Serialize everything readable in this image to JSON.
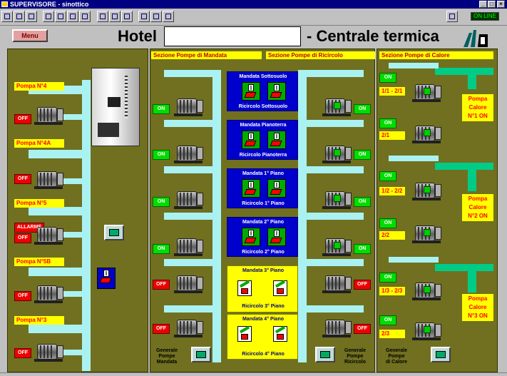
{
  "window": {
    "title": "SUPERVISORE - sinottico"
  },
  "header": {
    "menu_label": "Menu",
    "title_left": "Hotel",
    "hotel_value": "",
    "title_right": "- Centrale termica"
  },
  "left": {
    "header": "Sezione Pompe di Mandata",
    "pumps": [
      {
        "label": "Pompa N°4",
        "state": "OFF"
      },
      {
        "label": "Pompa N°4A",
        "state": "OFF"
      },
      {
        "label": "Pompa N°5",
        "state": "OFF",
        "alarm": "ALLARME"
      },
      {
        "label": "Pompa N°5B",
        "state": "OFF"
      },
      {
        "label": "Pompa N°3",
        "state": "OFF"
      }
    ]
  },
  "middle": {
    "header_left": "Sezione Pompe di Mandata",
    "header_right": "Sezione Pompe di Ricircolo",
    "left_states": [
      "ON",
      "ON",
      "ON",
      "ON",
      "OFF",
      "OFF"
    ],
    "right_states": [
      "ON",
      "ON",
      "ON",
      "ON",
      "OFF",
      "OFF"
    ],
    "boxes": [
      {
        "top": "Mandata Sottosuolo",
        "bottom": "Ricircolo Sottosuolo"
      },
      {
        "top": "Mandata Pianoterra",
        "bottom": "Ricircolo Pianoterra"
      },
      {
        "top": "Mandata 1° Piano",
        "bottom": "Ricircolo 1° Piano"
      },
      {
        "top": "Mandata 2° Piano",
        "bottom": "Ricircolo 2° Piano"
      }
    ],
    "yboxes": [
      {
        "top": "Mandata 3° Piano",
        "bottom": "Ricircolo 3° Piano"
      },
      {
        "top": "Mandata 4° Piano",
        "bottom": "Ricircolo 4° Piano"
      }
    ],
    "general_left": [
      "Generale",
      "Pompe",
      "Mandata"
    ],
    "general_right": [
      "Generale",
      "Pompe",
      "Ricircolo"
    ]
  },
  "right": {
    "header": "Sezione Pompe di Calore",
    "groups": [
      {
        "on1": "ON",
        "lab1": "1/1 - 2/1",
        "on2": "ON",
        "lab2": "2/1",
        "pc": [
          "Pompa",
          "Calore",
          "N°1 ON"
        ]
      },
      {
        "on1": "ON",
        "lab1": "1/2 - 2/2",
        "on2": "ON",
        "lab2": "2/2",
        "pc": [
          "Pompa",
          "Calore",
          "N°2 ON"
        ]
      },
      {
        "on1": "ON",
        "lab1": "1/3 - 2/3",
        "on2": "ON",
        "lab2": "2/3",
        "pc": [
          "Pompa",
          "Calore",
          "N°3 ON"
        ]
      }
    ],
    "general": [
      "Generale",
      "Pompe",
      "di Calore"
    ]
  },
  "toolbar": {
    "status": "ON LINE"
  },
  "colors": {
    "panel": "#707020",
    "on": "#00dd00",
    "off": "#ee0000",
    "label": "#ffff00",
    "pipe": "#aaf2f2"
  }
}
